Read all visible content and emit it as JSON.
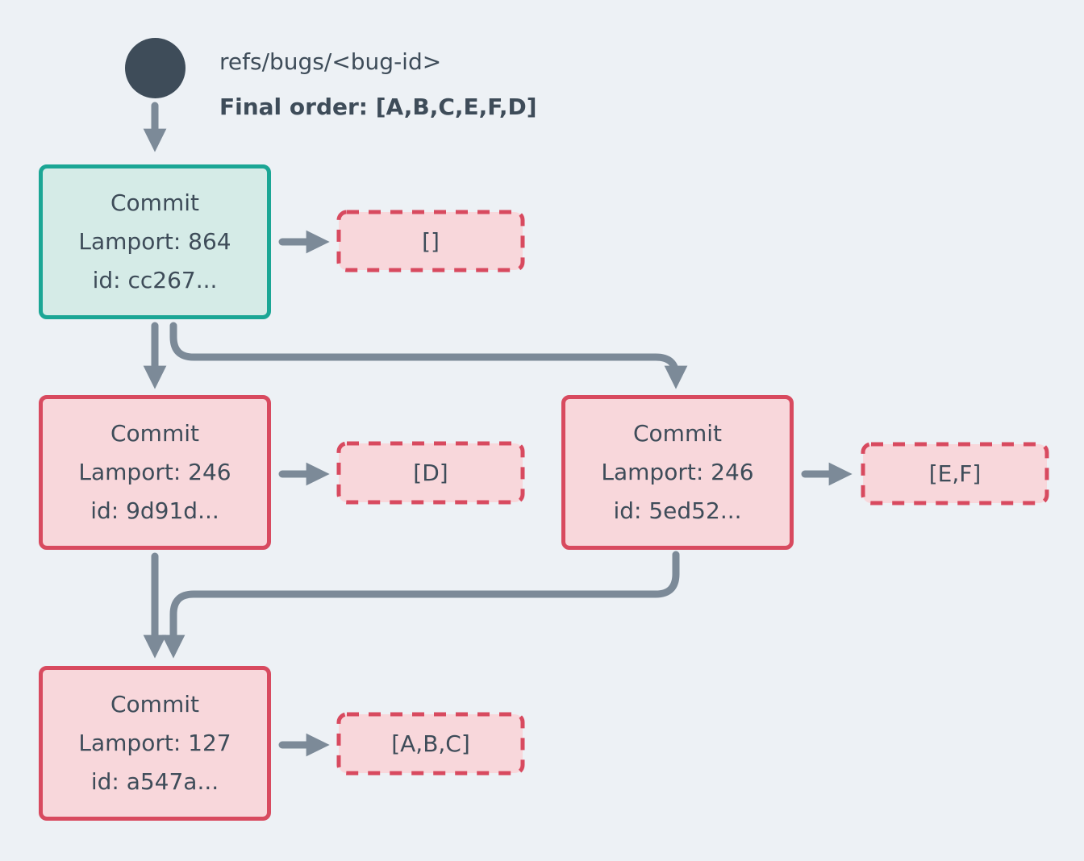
{
  "colors": {
    "bg": "#edf1f5",
    "slate": "#3e4c59",
    "arrow": "#7c8a98",
    "teal_border": "#1ba695",
    "teal_fill": "#d5ebe7",
    "red_border": "#d84a5f",
    "pink_fill": "#f8d7db"
  },
  "header": {
    "ref": "refs/bugs/<bug-id>",
    "final_order": "Final order: [A,B,C,E,F,D]"
  },
  "nodes": {
    "root": {
      "title": "Commit",
      "lamport": "Lamport: 864",
      "id": "id: cc267...",
      "ops": "[]"
    },
    "left": {
      "title": "Commit",
      "lamport": "Lamport: 246",
      "id": "id: 9d91d...",
      "ops": "[D]"
    },
    "right": {
      "title": "Commit",
      "lamport": "Lamport: 246",
      "id": "id: 5ed52...",
      "ops": "[E,F]"
    },
    "merge": {
      "title": "Commit",
      "lamport": "Lamport: 127",
      "id": "id: a547a...",
      "ops": "[A,B,C]"
    }
  }
}
